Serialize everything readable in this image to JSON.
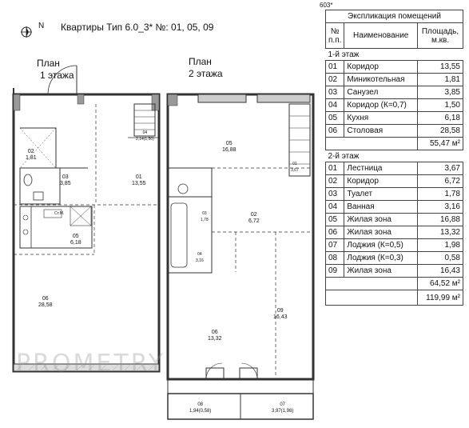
{
  "header": {
    "north_label": "N",
    "title": "Квартиры Тип 6.0_3* №: 01, 05, 09"
  },
  "plans": {
    "floor1_label_line1": "План",
    "floor1_label_line2": "1 этажа",
    "floor2_label_line1": "План",
    "floor2_label_line2": "2 этажа"
  },
  "floor1_rooms": [
    {
      "num": "01",
      "area": "13,55"
    },
    {
      "num": "02",
      "area": "1,81"
    },
    {
      "num": "03",
      "area": "3,85"
    },
    {
      "num": "04",
      "area": "2,14(1,50)"
    },
    {
      "num": "05",
      "area": "6,18"
    },
    {
      "num": "06",
      "area": "28,58"
    }
  ],
  "floor2_rooms": [
    {
      "num": "01",
      "area": "3,67"
    },
    {
      "num": "02",
      "area": "6,72"
    },
    {
      "num": "03",
      "area": "1,78"
    },
    {
      "num": "04",
      "area": "3,16"
    },
    {
      "num": "05",
      "area": "16,88"
    },
    {
      "num": "06",
      "area": "13,32"
    },
    {
      "num": "07",
      "area": "3,97(1,98)"
    },
    {
      "num": "08",
      "area": "1,94(0,58)"
    },
    {
      "num": "09",
      "area": "16,43"
    }
  ],
  "appliance_label": "Ст.М.",
  "explication": {
    "code": "603*",
    "title": "Экспликация помещений",
    "col_num": "№ п.п.",
    "col_name": "Наименование",
    "col_area": "Площадь, м.кв.",
    "floor1_title": "1-й этаж",
    "floor1": [
      {
        "n": "01",
        "name": "Коридор",
        "area": "13,55"
      },
      {
        "n": "02",
        "name": "Миникотельная",
        "area": "1,81"
      },
      {
        "n": "03",
        "name": "Санузел",
        "area": "3,85"
      },
      {
        "n": "04",
        "name": "Коридор (К=0,7)",
        "area": "1,50"
      },
      {
        "n": "05",
        "name": "Кухня",
        "area": "6,18"
      },
      {
        "n": "06",
        "name": "Столовая",
        "area": "28,58"
      }
    ],
    "floor1_total": "55,47 м²",
    "floor2_title": "2-й этаж",
    "floor2": [
      {
        "n": "01",
        "name": "Лестница",
        "area": "3,67"
      },
      {
        "n": "02",
        "name": "Коридор",
        "area": "6,72"
      },
      {
        "n": "03",
        "name": "Туалет",
        "area": "1,78"
      },
      {
        "n": "04",
        "name": "Ванная",
        "area": "3,16"
      },
      {
        "n": "05",
        "name": "Жилая зона",
        "area": "16,88"
      },
      {
        "n": "06",
        "name": "Жилая зона",
        "area": "13,32"
      },
      {
        "n": "07",
        "name": "Лоджия (К=0,5)",
        "area": "1,98"
      },
      {
        "n": "08",
        "name": "Лоджия (К=0,3)",
        "area": "0,58"
      },
      {
        "n": "09",
        "name": "Жилая зона",
        "area": "16,43"
      }
    ],
    "floor2_total": "64,52 м²",
    "grand_total": "119,99 м²"
  },
  "watermark": "PROMETRY"
}
